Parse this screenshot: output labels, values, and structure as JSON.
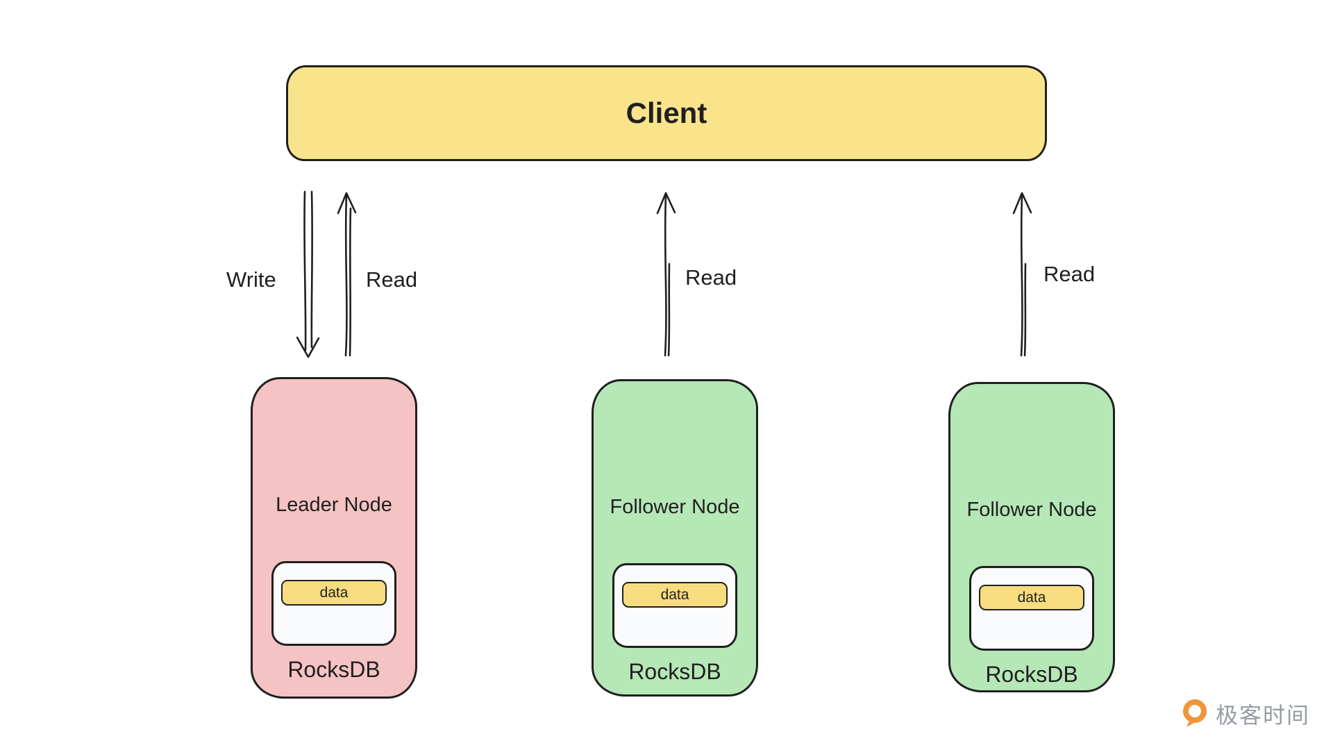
{
  "client": {
    "label": "Client"
  },
  "arrows": {
    "write": {
      "label": "Write",
      "direction": "down"
    },
    "read_leader": {
      "label": "Read",
      "direction": "up"
    },
    "read_follower_1": {
      "label": "Read",
      "direction": "up"
    },
    "read_follower_2": {
      "label": "Read",
      "direction": "up"
    }
  },
  "nodes": [
    {
      "kind": "leader",
      "role": "Leader Node",
      "db": "RocksDB",
      "data": "data"
    },
    {
      "kind": "follower",
      "role": "Follower Node",
      "db": "RocksDB",
      "data": "data"
    },
    {
      "kind": "follower",
      "role": "Follower Node",
      "db": "RocksDB",
      "data": "data"
    }
  ],
  "logo": {
    "text": "极客时间"
  },
  "colors": {
    "ink": "#1f1f1f",
    "client_fill": "#f9e48b",
    "leader_fill": "#f5c3c3",
    "follower_fill": "#b6e7b7",
    "data_fill": "#f8dd80",
    "inner_fill": "#fafbfc",
    "logo_orange": "#f0953c",
    "logo_text": "#969ca6"
  }
}
